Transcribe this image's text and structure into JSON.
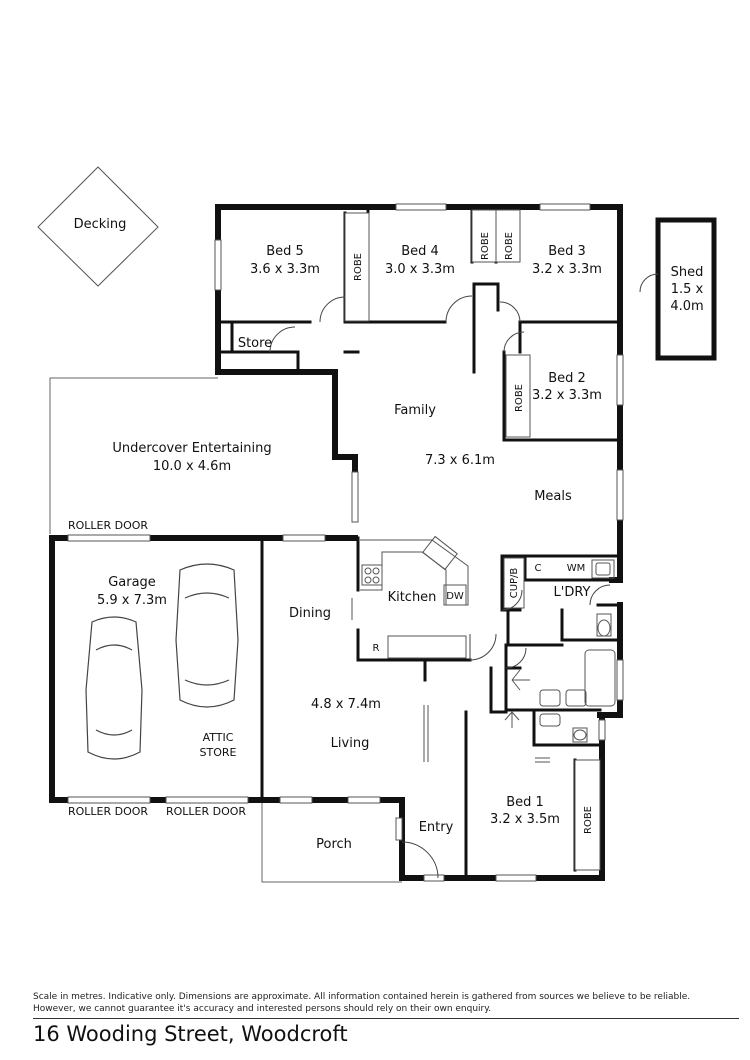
{
  "rooms": {
    "decking": "Decking",
    "bed5": {
      "name": "Bed 5",
      "size": "3.6 x 3.3m"
    },
    "bed4": {
      "name": "Bed 4",
      "size": "3.0 x 3.3m"
    },
    "bed3": {
      "name": "Bed 3",
      "size": "3.2 x 3.3m"
    },
    "bed2": {
      "name": "Bed 2",
      "size": "3.2 x 3.3m"
    },
    "bed1": {
      "name": "Bed 1",
      "size": "3.2 x 3.5m"
    },
    "shed": {
      "name": "Shed",
      "size_line1": "1.5 x",
      "size_line2": "4.0m"
    },
    "store": "Store",
    "family": "Family",
    "family_size": "7.3 x 6.1m",
    "meals": "Meals",
    "undercover": {
      "name": "Undercover Entertaining",
      "size": "10.0 x 4.6m"
    },
    "garage": {
      "name": "Garage",
      "size": "5.9 x 7.3m"
    },
    "attic": {
      "line1": "ATTIC",
      "line2": "STORE"
    },
    "kitchen": "Kitchen",
    "dining": "Dining",
    "living_size": "4.8 x 7.4m",
    "living": "Living",
    "porch": "Porch",
    "entry": "Entry",
    "laundry": "L'DRY"
  },
  "fixtures": {
    "robe": "ROBE",
    "roller_door": "ROLLER DOOR",
    "dw": "DW",
    "cupb": "CUP/B",
    "c": "C",
    "wm": "WM",
    "r": "R"
  },
  "footer": {
    "disclaimer": "Scale in metres. Indicative only. Dimensions are approximate. All information contained herein is gathered from sources we believe to be reliable. However, we cannot guarantee it's accuracy and interested persons should rely on their own enquiry.",
    "address": "16 Wooding Street, Woodcroft"
  }
}
